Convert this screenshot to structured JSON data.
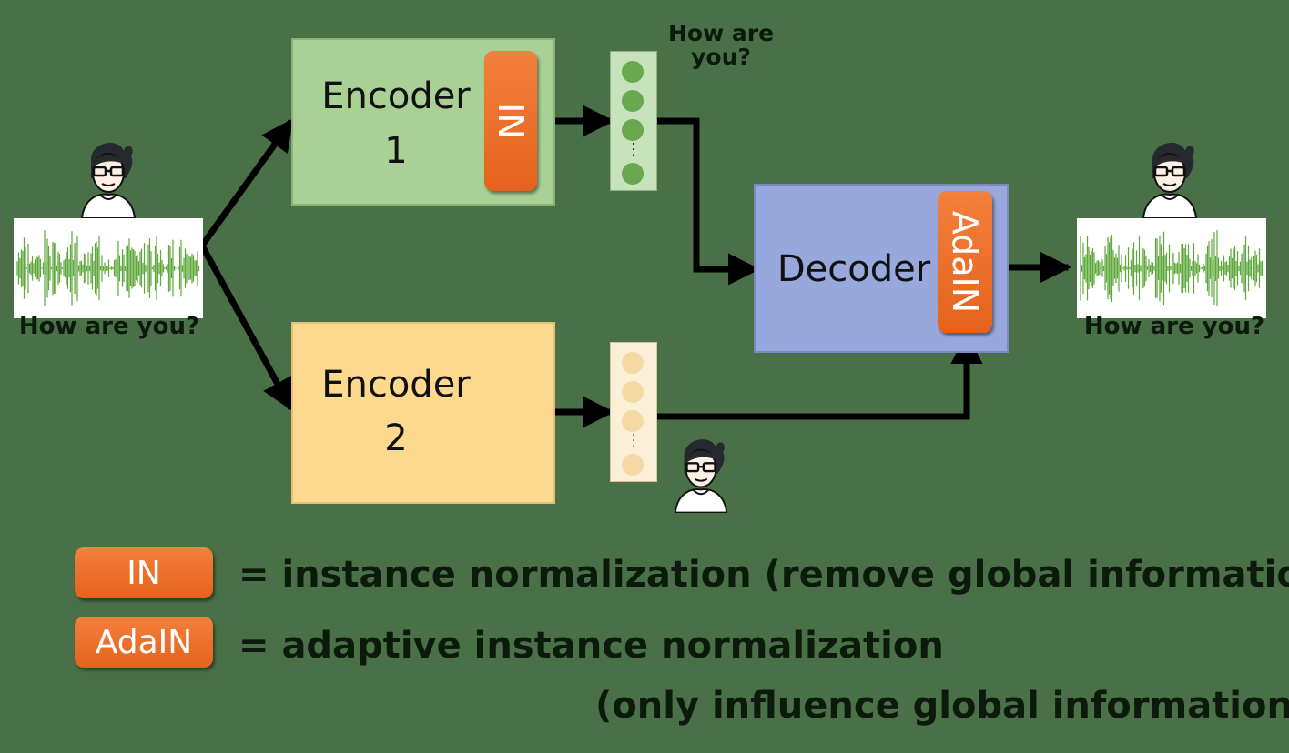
{
  "input": {
    "caption": "How are you?"
  },
  "output": {
    "caption": "How are you?"
  },
  "encoder1": {
    "title": "Encoder",
    "number": "1",
    "norm_label": "IN"
  },
  "encoder2": {
    "title": "Encoder",
    "number": "2"
  },
  "content_vector": {
    "caption": "How are you?",
    "dots": "⋮"
  },
  "speaker_vector": {
    "dots": "⋮"
  },
  "decoder": {
    "title": "Decoder",
    "norm_label": "AdaIN"
  },
  "legend": {
    "in_label": "IN",
    "in_text": "= instance normalization  (remove global information)",
    "adain_label": "AdaIN",
    "adain_text": "= adaptive instance normalization",
    "adain_text_2": "(only influence global information)"
  },
  "colors": {
    "background": "#4a7048",
    "encoder1_fill": "#a9d196",
    "encoder2_fill": "#fdd98f",
    "decoder_fill": "#98a8dc",
    "norm_tag": "#ec6e28",
    "waveform": "#5ca83a",
    "content_dot": "#6aa84f",
    "speaker_dot": "#f4d9a4"
  },
  "icons": [
    "speaker-avatar-icon",
    "waveform-icon",
    "arrow-icon"
  ]
}
